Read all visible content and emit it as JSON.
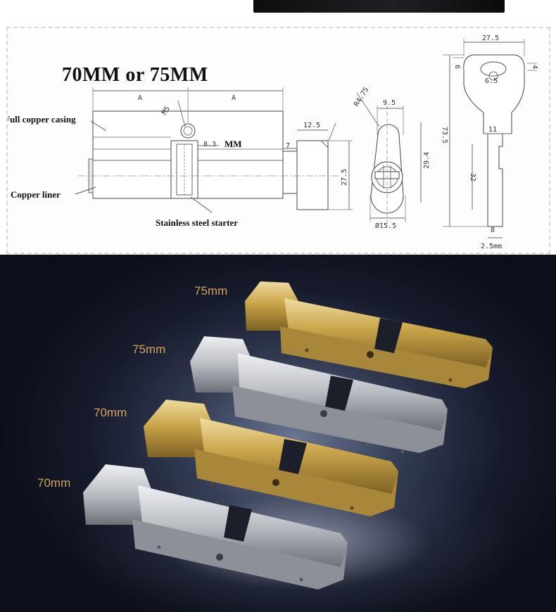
{
  "drawing": {
    "title": "70MM or 75MM",
    "labels": {
      "casing": "Full copper casing",
      "liner": "Copper liner",
      "starter": "Stainless steel starter",
      "mm": "MM"
    },
    "dimensions": {
      "a_left": "A",
      "a_right": "A",
      "m5": "M5",
      "d83": "8.3",
      "d7": "7",
      "d125": "12.5",
      "d275_side": "27.5",
      "r475": "R4.75",
      "d95": "9.5",
      "d294": "29.4",
      "d155": "Ø15.5",
      "key_width": "27.5",
      "key_6": "6",
      "key_4": "4",
      "key_65": "6.5",
      "key_735": "73.5",
      "key_11": "11",
      "key_32": "32",
      "key_8": "8",
      "key_25": "2.5mm"
    }
  },
  "photo": {
    "sizes": [
      "75mm",
      "75mm",
      "70mm",
      "70mm"
    ]
  },
  "colors": {
    "brass": "#c9a44a",
    "satin": "#b9bcc2",
    "label": "#d7a15f"
  }
}
